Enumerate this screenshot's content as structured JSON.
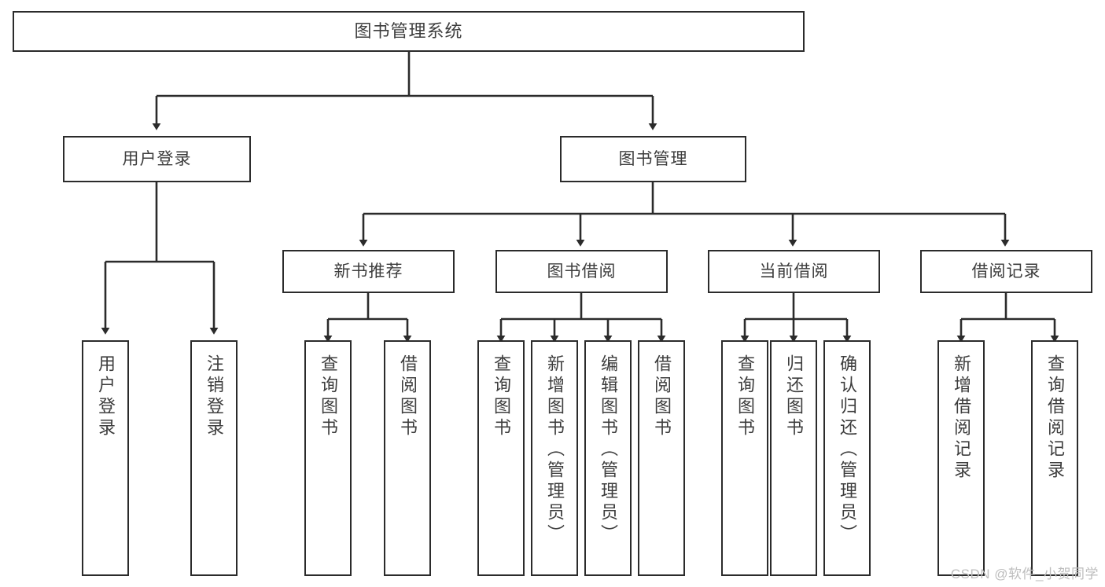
{
  "diagram": {
    "title": "图书管理系统",
    "watermark": "CSDN @软件_小贺同学",
    "stroke_color": "#2b2b2b",
    "text_color": "#3d3d3d",
    "background": "#ffffff",
    "root": {
      "label": "图书管理系统"
    },
    "level2": [
      {
        "label": "用户登录"
      },
      {
        "label": "图书管理"
      }
    ],
    "level3": [
      {
        "label": "新书推荐"
      },
      {
        "label": "图书借阅"
      },
      {
        "label": "当前借阅"
      },
      {
        "label": "借阅记录"
      }
    ],
    "leaves": {
      "user_login": [
        {
          "label": "用户登录"
        },
        {
          "label": "注销登录"
        }
      ],
      "new_book_recommend": [
        {
          "label": "查询图书"
        },
        {
          "label": "借阅图书"
        }
      ],
      "book_borrow": [
        {
          "label": "查询图书"
        },
        {
          "label": "新增图书（管理员）"
        },
        {
          "label": "编辑图书（管理员）"
        },
        {
          "label": "借阅图书"
        }
      ],
      "current_borrow": [
        {
          "label": "查询图书"
        },
        {
          "label": "归还图书"
        },
        {
          "label": "确认归还（管理员）"
        }
      ],
      "borrow_record": [
        {
          "label": "新增借阅记录"
        },
        {
          "label": "查询借阅记录"
        }
      ]
    }
  }
}
